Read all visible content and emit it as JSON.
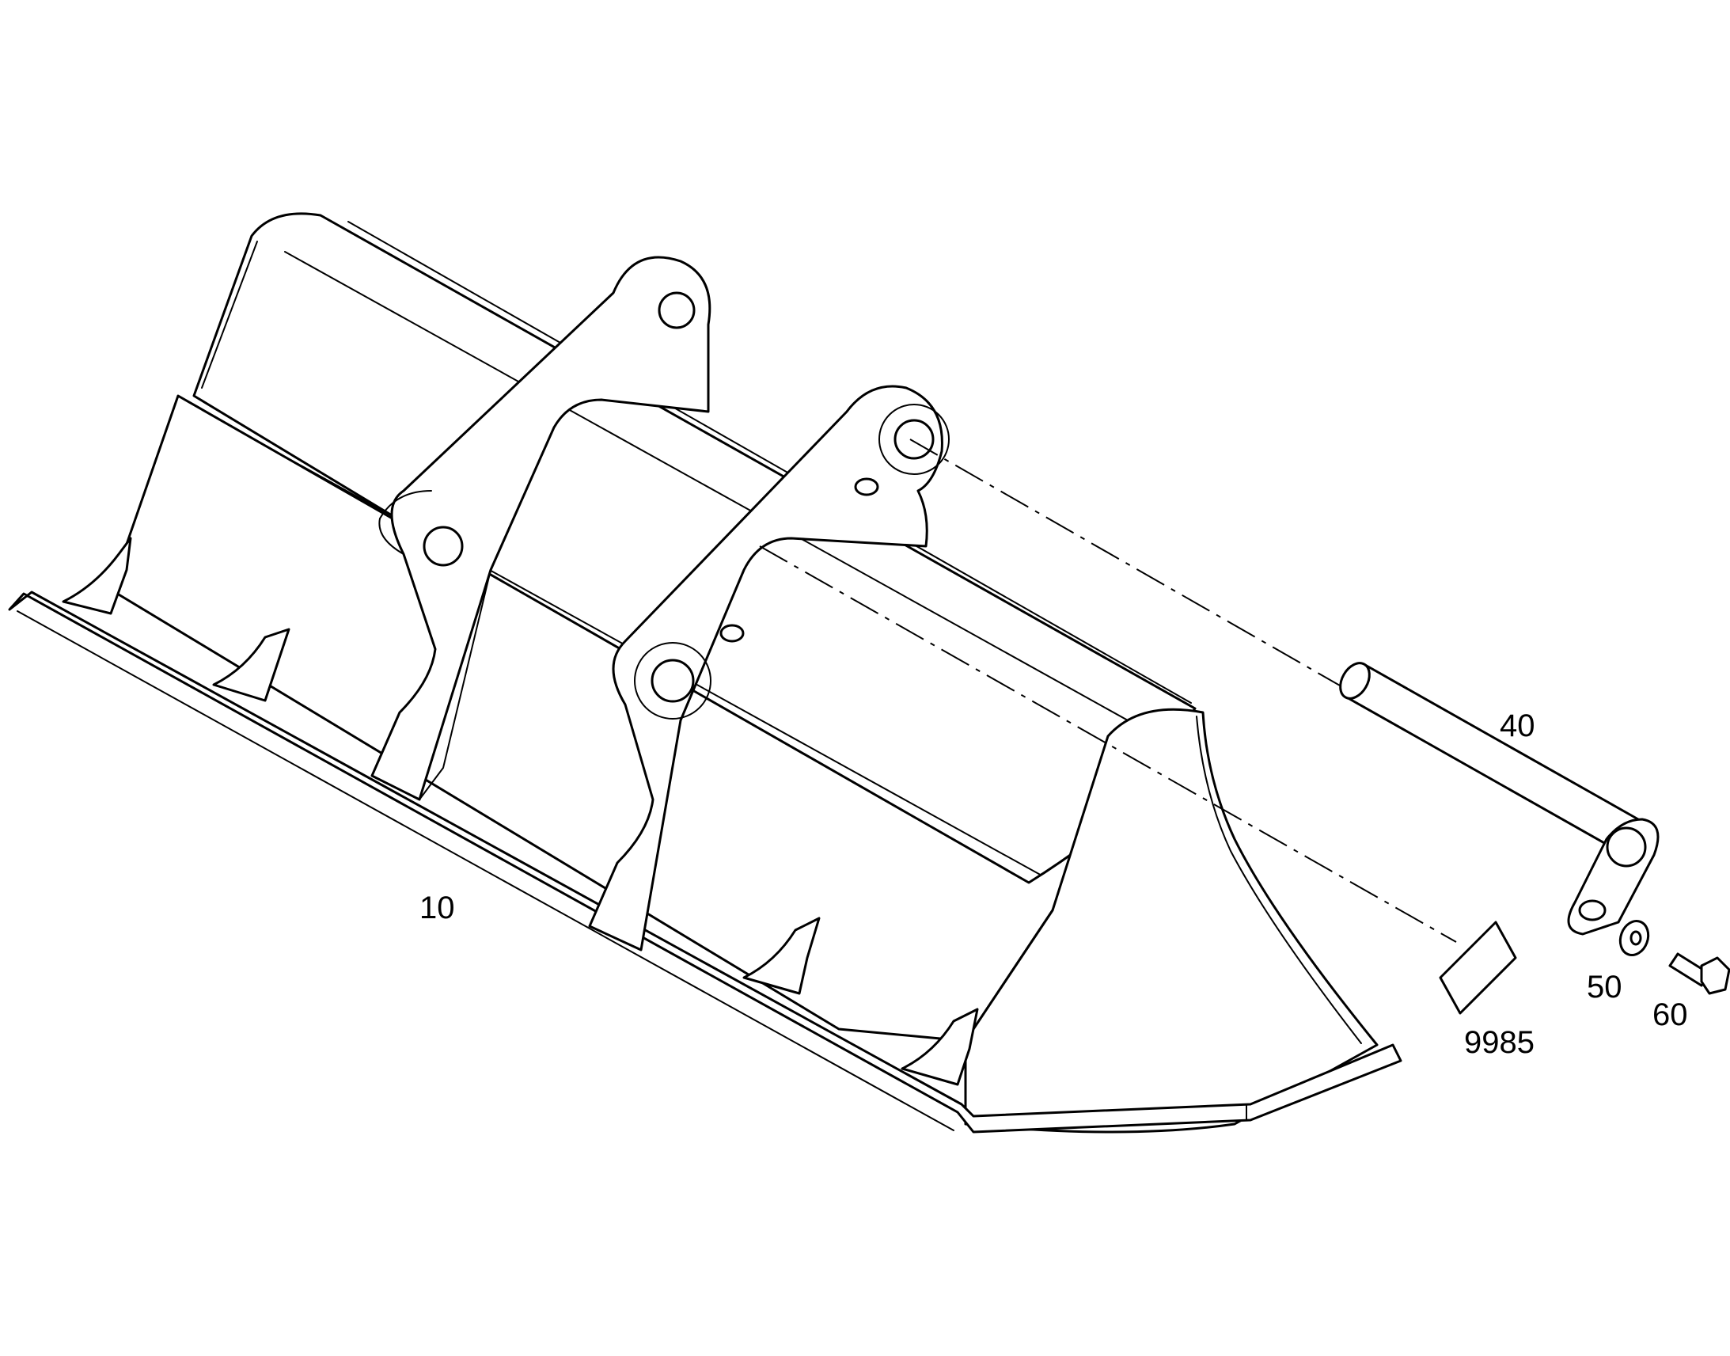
{
  "callouts": [
    {
      "id": "bucket",
      "label": "10"
    },
    {
      "id": "pin",
      "label": "40"
    },
    {
      "id": "washer",
      "label": "50"
    },
    {
      "id": "bolt",
      "label": "60"
    },
    {
      "id": "decal",
      "label": "9985"
    }
  ],
  "colors": {
    "line": "#000000",
    "background": "#ffffff"
  }
}
